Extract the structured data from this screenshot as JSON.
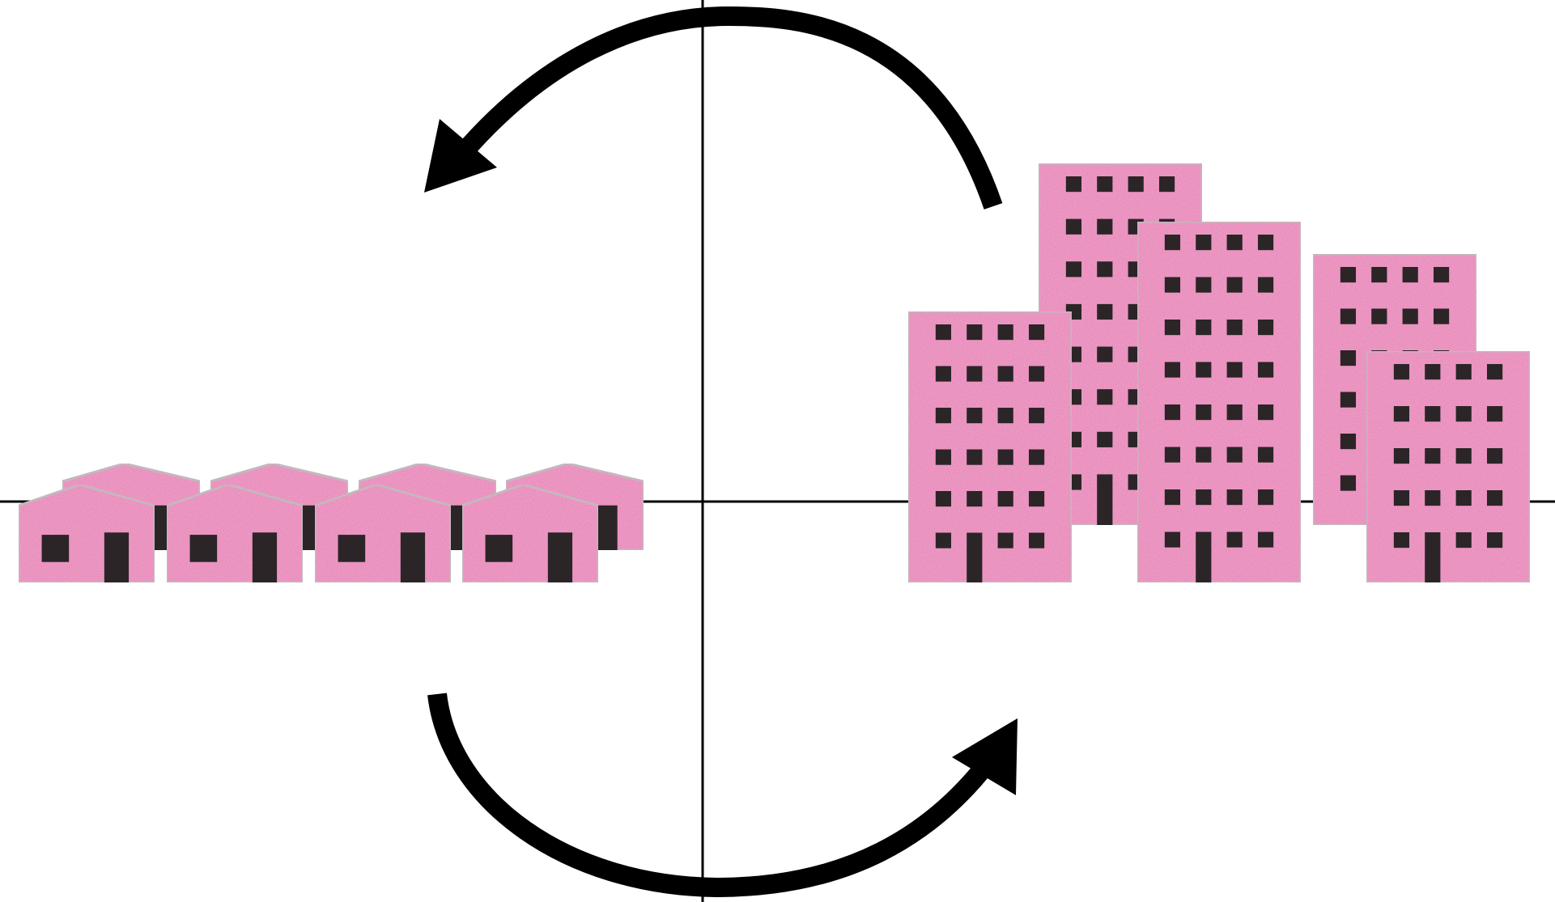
{
  "diagram": {
    "background": "#ffffff",
    "colors": {
      "building_fill": "#e777b4",
      "building_edge": "#b9a7b0",
      "window": "#2b2527",
      "line": "#000000"
    },
    "elements": {
      "vertical_axis": "axis-line",
      "horizontal_axis": "axis-line",
      "top_arrow": "curved-arrow-icon",
      "bottom_arrow": "curved-arrow-icon",
      "low_rise": "house-icon",
      "high_rise": "apartment-building-icon"
    },
    "low_rise_count": 8,
    "high_rise_count": 5
  }
}
